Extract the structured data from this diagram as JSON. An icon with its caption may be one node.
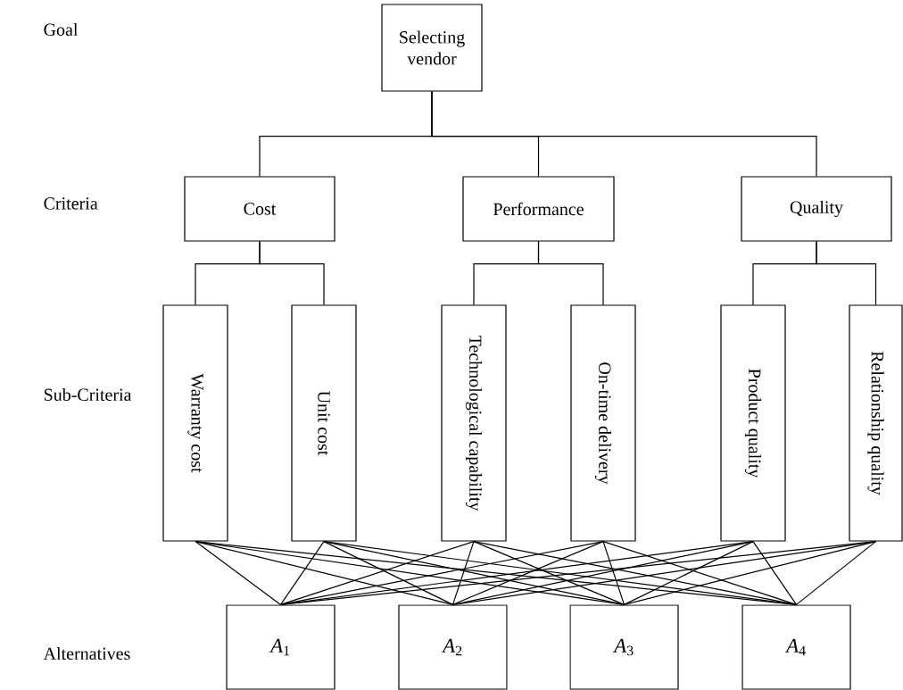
{
  "diagram": {
    "nodes": [
      {
        "text": [
          "Selecting vendor"
        ]
      },
      {
        "text": [
          "Cost"
        ]
      },
      {
        "text": [
          "Performance"
        ]
      },
      {
        "text": [
          "Quality"
        ]
      },
      {
        "text": [
          "Warranty cost"
        ]
      },
      {
        "text": [
          "Unit cost"
        ]
      },
      {
        "text": [
          "Technological capability"
        ]
      },
      {
        "text": [
          "On-time delivery"
        ]
      },
      {
        "text": [
          "Product quality"
        ]
      },
      {
        "text": [
          "Relationship quality"
        ]
      },
      {
        "text": [
          "*A*$_{1}$"
        ]
      },
      {
        "text": [
          "*A*$_{2}$"
        ]
      },
      {
        "text": [
          "*A*$_{3}$"
        ]
      },
      {
        "text": [
          "*A*$_{4}$"
        ]
      }
    ],
    "edges": [
      {
        "from": 0,
        "to": 1,
        "arrow": "none"
      },
      {
        "from": 0,
        "to": 2,
        "arrow": "none"
      },
      {
        "from": 0,
        "to": 3,
        "arrow": "none"
      },
      {
        "from": 1,
        "to": 4,
        "arrow": "none"
      },
      {
        "from": 1,
        "to": 5,
        "arrow": "none"
      },
      {
        "from": 2,
        "to": 6,
        "arrow": "none"
      },
      {
        "from": 2,
        "to": 7,
        "arrow": "none"
      },
      {
        "from": 3,
        "to": 8,
        "arrow": "none"
      },
      {
        "from": 3,
        "to": 9,
        "arrow": "none"
      },
      {
        "from": 4,
        "to": 10,
        "arrow": "none"
      },
      {
        "from": 4,
        "to": 11,
        "arrow": "none"
      },
      {
        "from": 4,
        "to": 12,
        "arrow": "none"
      },
      {
        "from": 4,
        "to": 13,
        "arrow": "none"
      },
      {
        "from": 5,
        "to": 10,
        "arrow": "none"
      },
      {
        "from": 5,
        "to": 11,
        "arrow": "none"
      },
      {
        "from": 5,
        "to": 12,
        "arrow": "none"
      },
      {
        "from": 5,
        "to": 13,
        "arrow": "none"
      },
      {
        "from": 6,
        "to": 10,
        "arrow": "none"
      },
      {
        "from": 6,
        "to": 11,
        "arrow": "none"
      },
      {
        "from": 6,
        "to": 12,
        "arrow": "none"
      },
      {
        "from": 6,
        "to": 13,
        "arrow": "none"
      },
      {
        "from": 7,
        "to": 10,
        "arrow": "none"
      },
      {
        "from": 7,
        "to": 11,
        "arrow": "none"
      },
      {
        "from": 7,
        "to": 12,
        "arrow": "none"
      },
      {
        "from": 7,
        "to": 13,
        "arrow": "none"
      },
      {
        "from": 8,
        "to": 10,
        "arrow": "none"
      },
      {
        "from": 8,
        "to": 11,
        "arrow": "none"
      },
      {
        "from": 8,
        "to": 12,
        "arrow": "none"
      },
      {
        "from": 8,
        "to": 13,
        "arrow": "none"
      },
      {
        "from": 9,
        "to": 10,
        "arrow": "none"
      },
      {
        "from": 9,
        "to": 11,
        "arrow": "none"
      },
      {
        "from": 9,
        "to": 12,
        "arrow": "none"
      },
      {
        "from": 9,
        "to": 13,
        "arrow": "none"
      }
    ],
    "labels": [
      "Goal",
      "Criteria",
      "Sub-Criteria",
      "Alternatives"
    ]
  }
}
